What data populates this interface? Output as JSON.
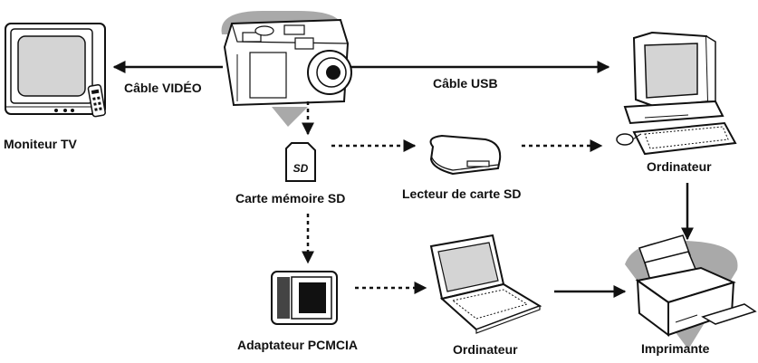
{
  "labels": {
    "tv": "Moniteur TV",
    "video_cable": "Câble VIDÉO",
    "usb_cable": "Câble USB",
    "sd_card": "Carte mémoire SD",
    "sd_reader": "Lecteur de carte SD",
    "computer_top": "Ordinateur",
    "pcmcia": "Adaptateur PCMCIA",
    "laptop": "Ordinateur",
    "printer": "Imprimante"
  },
  "sd_logo": "SD",
  "colors": {
    "ink": "#111111",
    "gray_bg": "#a9a9a9",
    "screen_gray": "#d4d4d4",
    "white": "#ffffff"
  },
  "icons": [
    "tv-icon",
    "camera-icon",
    "desktop-computer-icon",
    "sd-card-icon",
    "card-reader-icon",
    "pcmcia-adapter-icon",
    "laptop-icon",
    "printer-icon"
  ]
}
